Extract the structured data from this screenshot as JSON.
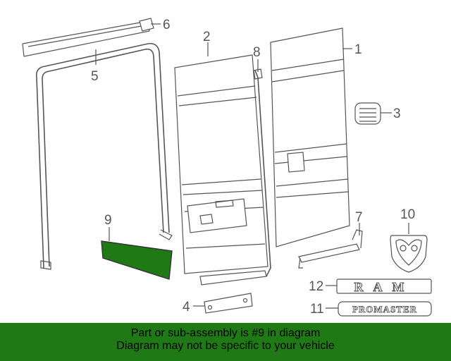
{
  "diagram": {
    "callouts": [
      {
        "id": "1",
        "label": "1"
      },
      {
        "id": "2",
        "label": "2"
      },
      {
        "id": "3",
        "label": "3"
      },
      {
        "id": "4",
        "label": "4"
      },
      {
        "id": "5",
        "label": "5"
      },
      {
        "id": "6",
        "label": "6"
      },
      {
        "id": "7",
        "label": "7"
      },
      {
        "id": "8",
        "label": "8"
      },
      {
        "id": "9",
        "label": "9"
      },
      {
        "id": "10",
        "label": "10"
      },
      {
        "id": "11",
        "label": "11"
      },
      {
        "id": "12",
        "label": "12"
      }
    ],
    "highlighted_part": "9",
    "badges": {
      "ram_text": "RAM",
      "promaster_text": "PROMASTER"
    },
    "colors": {
      "highlight_fill": "#1f7a16",
      "line": "#555555",
      "banner_bg": "#1f7a16"
    }
  },
  "footer": {
    "line1": "Part or sub-assembly is #9 in diagram",
    "line2": "Diagram may not be specific to your vehicle"
  }
}
